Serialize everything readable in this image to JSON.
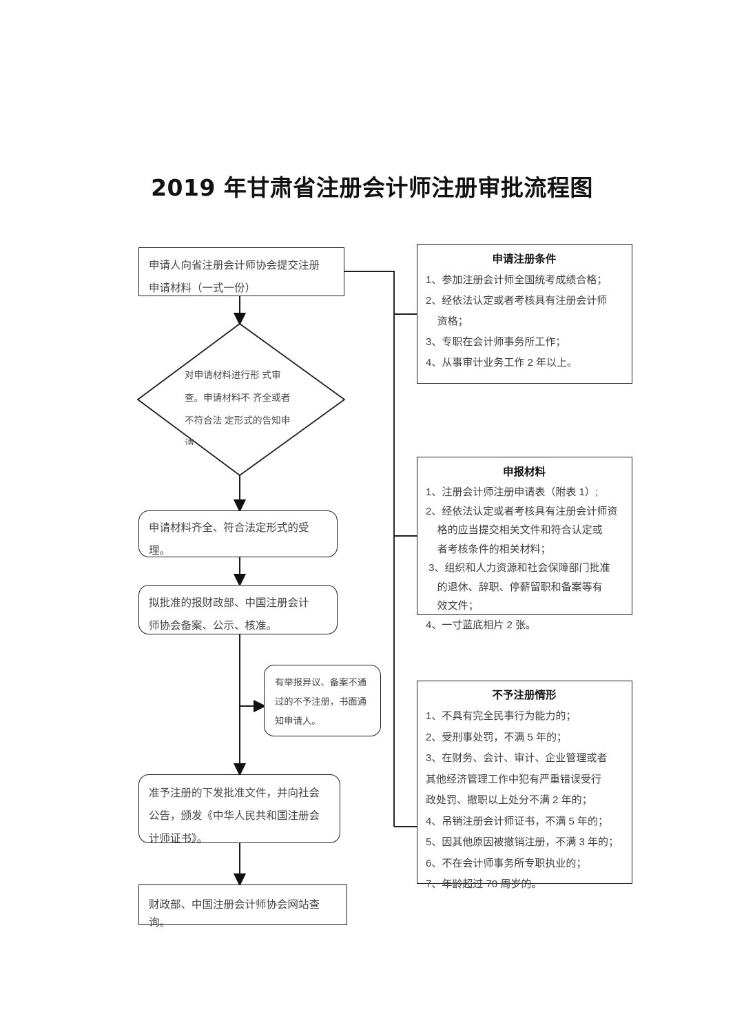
{
  "document": {
    "title": "2019 年甘肃省注册会计师注册审批流程图"
  },
  "flow": {
    "submit": "申请人向省注册会计师协会提交注册\n申请材料（一式一份）",
    "decision": "对申请材料进行形\n式审查。申请材料不\n齐全或者不符合法\n定形式的告知申请",
    "accept": "申请材料齐全、符合法定形式的受\n理。",
    "approve": "拟批准的报财政部、中国注册会计\n师协会备案、公示、核准。",
    "note": "有举报异议、备案不通\n过的不予注册，书面通\n知申请人。",
    "grant": "准予注册的下发批准文件，并向社会\n公告，颁发《中华人民共和国注册会\n计师证书》。",
    "query": "财政部、中国注册会计师协会网站查询。"
  },
  "panels": {
    "conditions": {
      "heading": "申请注册条件",
      "items": [
        "1、参加注册会计师全国统考成绩合格；",
        "2、经依法认定或者考核具有注册会计师\n    资格；",
        "3、专职在会计师事务所工作；",
        "4、从事审计业务工作 2 年以上。"
      ]
    },
    "materials": {
      "heading": "申报材料",
      "items": [
        "1、注册会计师注册申请表（附表 1）;",
        "2、经依法认定或者考核具有注册会计师资\n    格的应当提交相关文件和符合认定或\n    者考核条件的相关材料；",
        " 3、组织和人力资源和社会保障部门批准\n    的退休、辞职、停薪留职和备案等有\n    效文件；",
        "4、一寸蓝底相片 2 张。"
      ]
    },
    "denials": {
      "heading": "不予注册情形",
      "items": [
        "1、不具有完全民事行为能力的；",
        "2、受刑事处罚，不满 5 年的；",
        "3、在财务、会计、审计、企业管理或者\n其他经济管理工作中犯有严重错误受行\n政处罚、撤职以上处分不满 2 年的；",
        "4、吊销注册会计师证书，不满 5 年的；",
        "5、因其他原因被撤销注册，不满 3 年的；",
        "6、不在会计师事务所专职执业的；",
        "7、年龄超过 70 周岁的。"
      ]
    }
  },
  "style": {
    "line_color": "#1d1d1d",
    "text_color": "#3f3f3f",
    "background": "#ffffff"
  }
}
